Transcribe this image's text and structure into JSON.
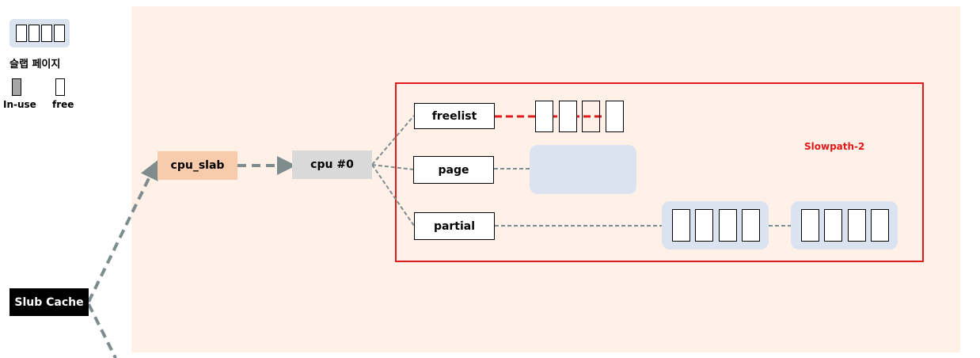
{
  "legend": {
    "slab_page_label": "슬랩 페이지",
    "inuse_label": "In-use",
    "free_label": "free"
  },
  "nodes": {
    "slub_cache": "Slub Cache",
    "cpu_slab": "cpu_slab",
    "cpu0": "cpu #0",
    "freelist": "freelist",
    "page": "page",
    "partial": "partial"
  },
  "slowpath_label": "Slowpath-2",
  "colors": {
    "background_panel": "#fff0e8",
    "slowpath_border": "#e01a1a",
    "cpu_slab_fill": "#f8cbad",
    "cpu0_fill": "#d9d9d9",
    "slab_page_fill": "#dbe3f0",
    "inuse_fill": "#a6a6a6",
    "connector": "#7f8c8d",
    "freelist_link": "#e01a1a"
  },
  "slabs": {
    "freelist_objects": [
      "free",
      "free",
      "free",
      "free"
    ],
    "partial_slab_1": [
      "free",
      "free",
      "free",
      "free"
    ],
    "partial_slab_2": [
      "free",
      "free",
      "free",
      "free"
    ]
  }
}
